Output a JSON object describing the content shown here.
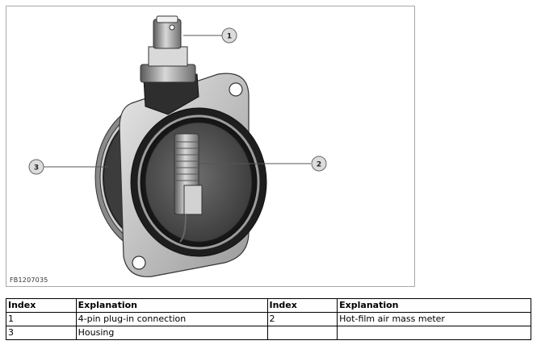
{
  "figure": {
    "code": "FB1207035",
    "callouts": [
      "1",
      "2",
      "3"
    ]
  },
  "legend": {
    "headers": [
      "Index",
      "Explanation",
      "Index",
      "Explanation"
    ],
    "rows": [
      [
        "1",
        "4-pin plug-in connection",
        "2",
        "Hot-film air mass meter"
      ],
      [
        "3",
        "Housing",
        "",
        ""
      ]
    ]
  }
}
